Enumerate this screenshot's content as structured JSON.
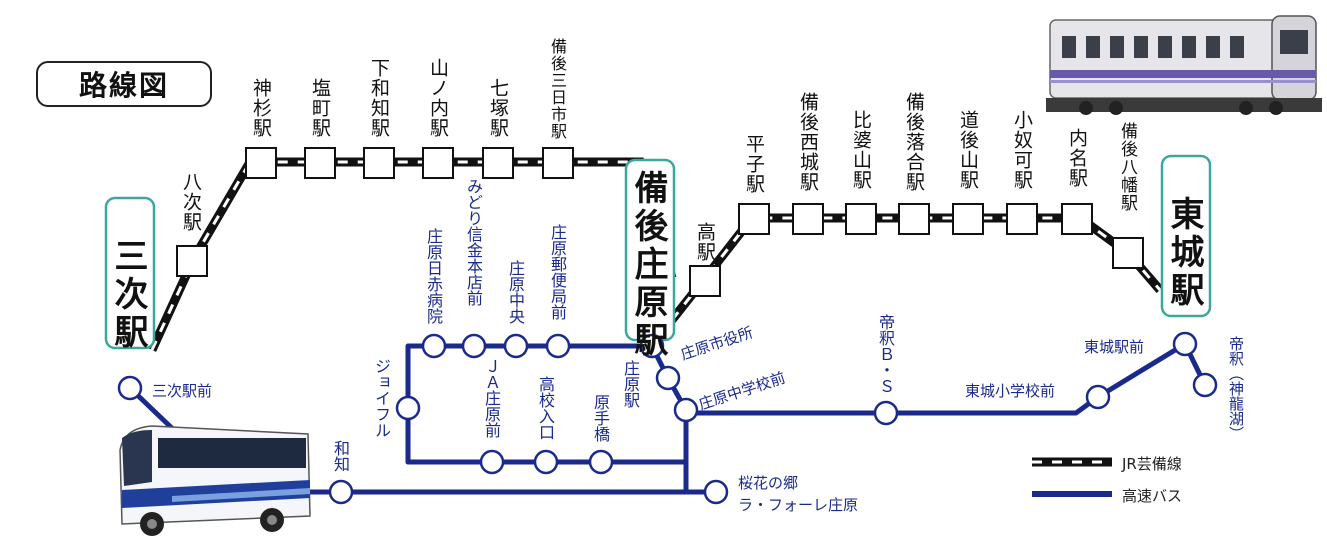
{
  "title": "路線図",
  "colors": {
    "rail": "#111111",
    "bus": "#1a2a8c",
    "station_frame": "#3ca89c"
  },
  "major_stations": {
    "miyoshi": "三次駅",
    "bingo_shobara": "備後庄原駅",
    "tojo": "東城駅"
  },
  "rail_stations": [
    "八次駅",
    "神杉駅",
    "塩町駅",
    "下和知駅",
    "山ノ内駅",
    "七塚駅",
    "備後三日市駅",
    "高駅",
    "平子駅",
    "備後西城駅",
    "比婆山駅",
    "備後落合駅",
    "道後山駅",
    "小奴可駅",
    "内名駅",
    "備後八幡駅"
  ],
  "bus_stops": {
    "miyoshi_ekimae": "三次駅前",
    "wachi": "和知",
    "jyoifuru": "ジョイフル",
    "shobara_nisseki": "庄原日赤病院",
    "midori_shinkin": "みどり信金本店前",
    "shobara_chuo": "庄原中央",
    "shobara_yubin": "庄原郵便局前",
    "ja_shobara": "ＪＡ庄原前",
    "koko_iriguchi": "高校入口",
    "harate_bashi": "原手橋",
    "shobara_eki": "庄原駅",
    "shiyakusho": "庄原市役所",
    "chugakko": "庄原中学校前",
    "taishaku_bs": "帝釈Ｂ・Ｓ",
    "tojo_shogakko": "東城小学校前",
    "tojo_ekimae": "東城駅前",
    "taishaku_shinryuko": "帝釈（神龍湖）",
    "oukanosato": "桜花の郷",
    "la_forre": "ラ・フォーレ庄原"
  },
  "legend": {
    "rail": "JR芸備線",
    "bus": "高速バス"
  }
}
